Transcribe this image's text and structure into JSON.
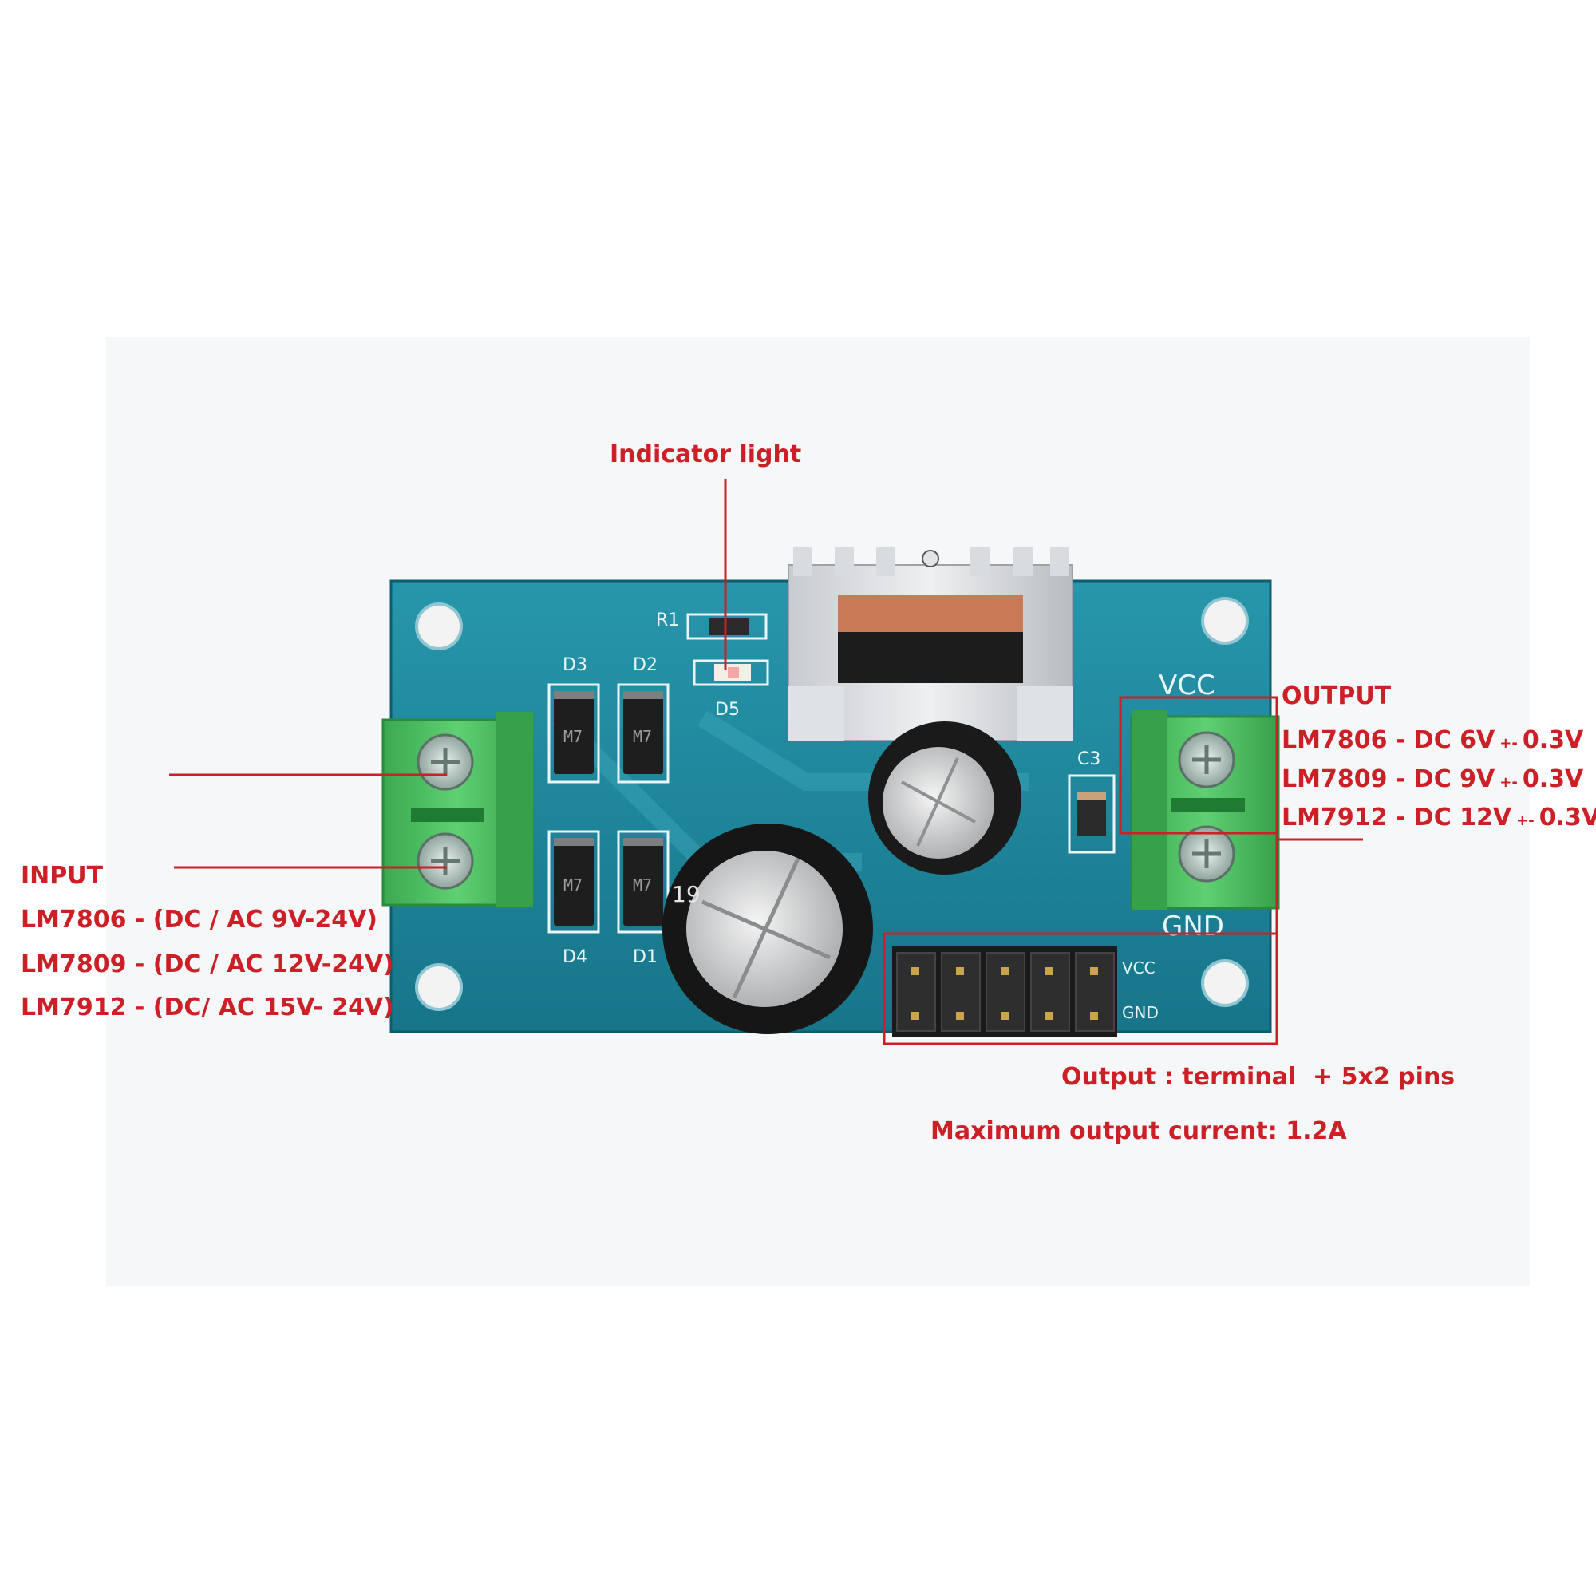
{
  "annotations": {
    "indicator": "Indicator light",
    "input_title": "INPUT",
    "input_lines": [
      "LM7806 - (DC / AC 9V-24V)",
      "LM7809 - (DC / AC 12V-24V)",
      "LM7912 - (DC/ AC 15V- 24V)"
    ],
    "output_title": "OUTPUT",
    "output_lines": [
      {
        "model": "LM7806 - DC 6V",
        "tol": "0.3V"
      },
      {
        "model": "LM7809 - DC 9V",
        "tol": "0.3V"
      },
      {
        "model": "LM7912 - DC 12V",
        "tol": "0.3V"
      }
    ],
    "pm_symbol": "+-",
    "output_pins": "Output : terminal  + 5x2 pins",
    "max_current": "Maximum output current: 1.2A"
  },
  "board": {
    "silk": {
      "r1": "R1",
      "d5": "D5",
      "d3": "D3",
      "d2": "D2",
      "d4": "D4",
      "d1": "D1",
      "c3": "C3",
      "vcc": "VCC",
      "gnd": "GND",
      "pin_vcc": "VCC",
      "pin_gnd": "GND"
    },
    "diode_marking": "M7",
    "cap_marking": "19"
  },
  "colors": {
    "label_red": "#cc1f26",
    "pcb_blue": "#1f8aa0",
    "terminal_green": "#44b85a"
  }
}
